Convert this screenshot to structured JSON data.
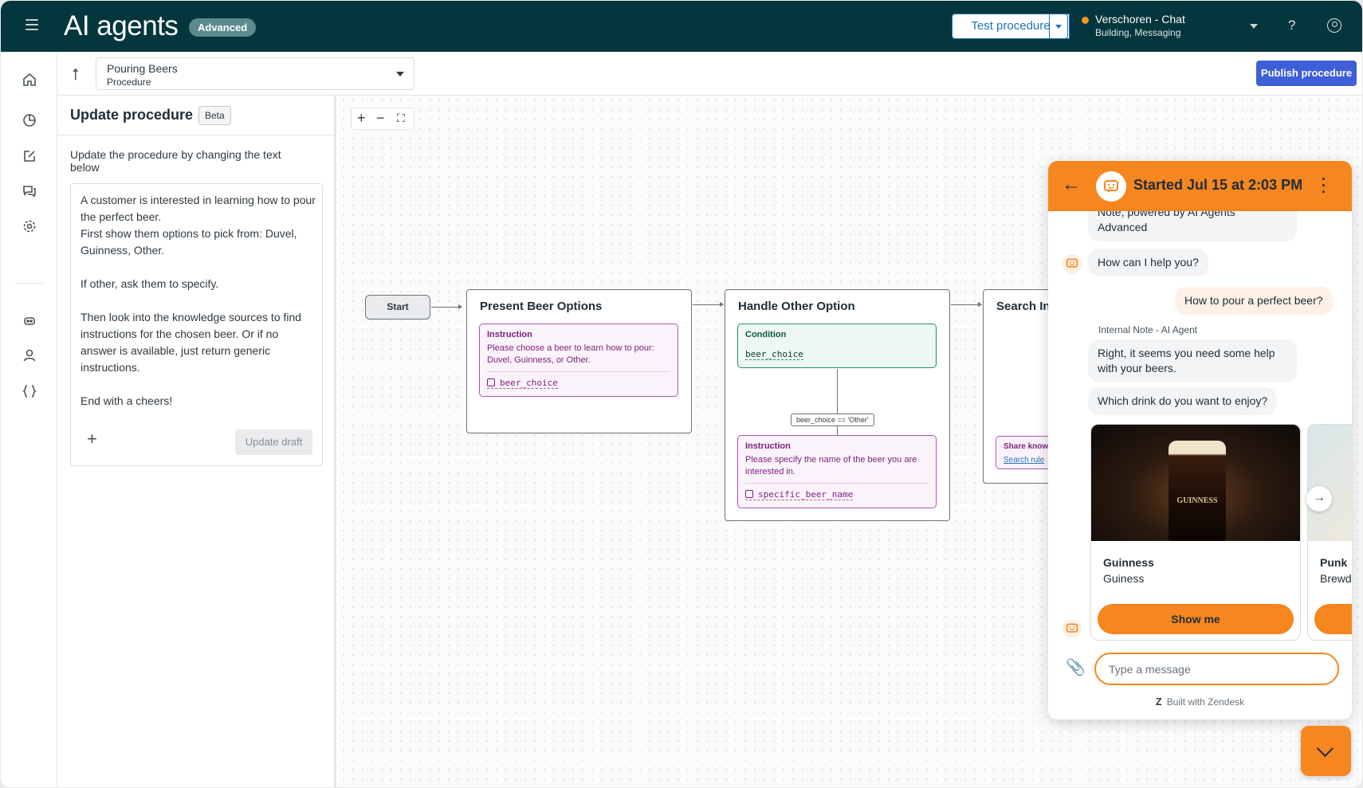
{
  "header": {
    "title": "AI agents",
    "badge": "Advanced",
    "test_button": "Test procedure",
    "channel_name": "Verschoren - Chat",
    "channel_sub": "Building, Messaging",
    "help_glyph": "?"
  },
  "subheader": {
    "procedure_name": "Pouring Beers",
    "procedure_type": "Procedure",
    "publish_button": "Publish procedure",
    "up_glyph": "⭡"
  },
  "panel": {
    "title": "Update procedure",
    "badge": "Beta",
    "description": "Update the procedure by changing the text below",
    "editor_text": "A customer is interested in learning how to pour the perfect beer.\nFirst show them options to pick from: Duvel, Guinness, Other.\n\nIf other, ask them to specify.\n\nThen look into the knowledge sources to find instructions for the chosen beer. Or if no answer is available, just return generic instructions.\n\nEnd with a cheers!",
    "add_glyph": "+",
    "update_button": "Update draft"
  },
  "canvas": {
    "zoom_in": "+",
    "zoom_out": "−",
    "fit": "⛶",
    "start_label": "Start",
    "nodes": [
      {
        "title": "Present Beer Options",
        "step_label": "Instruction",
        "step_text": "Please choose a beer to learn how to pour: Duvel, Guinness, or Other.",
        "variable": "beer_choice"
      },
      {
        "title": "Handle Other Option",
        "condition_label": "Condition",
        "condition_var": "beer_choice",
        "branch_label": "beer_choice == 'Other'",
        "step_label": "Instruction",
        "step_text": "Please specify the name of the beer you are interested in.",
        "variable": "specific_beer_name"
      },
      {
        "title": "Search In",
        "step_label": "Share know",
        "step_link": "Search rule"
      }
    ]
  },
  "chat": {
    "title": "Started Jul 15 at 2:03 PM",
    "messages": {
      "note_tail": "Note, powered by AI Agents Advanced",
      "greeting": "How can I help you?",
      "user_question": "How to pour a perfect beer?",
      "internal_note": "Internal Note - AI Agent",
      "reply_1": "Right, it seems you need some help with your beers.",
      "reply_2": "Which drink do you want to enjoy?"
    },
    "cards": [
      {
        "name": "Guinness",
        "sub": "Guiness",
        "button": "Show me",
        "logo": "GUINNESS"
      },
      {
        "name": "Punk",
        "sub": "Brewd"
      }
    ],
    "input_placeholder": "Type a message",
    "built_with": "Built with Zendesk"
  },
  "colors": {
    "header_bg": "#03363d",
    "chat_accent": "#f6861f",
    "publish_bg": "#3f5fd9",
    "instruction_border": "#b552b5",
    "condition_border": "#228f67"
  }
}
